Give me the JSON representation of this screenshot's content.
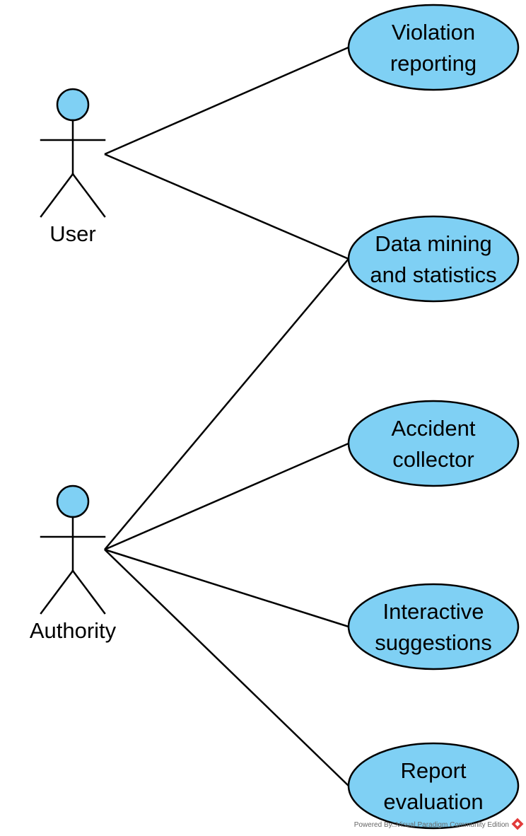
{
  "diagram": {
    "type": "use-case",
    "colors": {
      "fill": "#7fd0f4",
      "stroke": "#000000",
      "logo": "#e23a3a"
    },
    "actors": [
      {
        "id": "user",
        "label": "User"
      },
      {
        "id": "authority",
        "label": "Authority"
      }
    ],
    "use_cases": [
      {
        "id": "violation",
        "lines": [
          "Violation",
          "reporting"
        ]
      },
      {
        "id": "datamining",
        "lines": [
          "Data mining",
          "and statistics"
        ]
      },
      {
        "id": "accident",
        "lines": [
          "Accident",
          "collector"
        ]
      },
      {
        "id": "interactive",
        "lines": [
          "Interactive",
          "suggestions"
        ]
      },
      {
        "id": "report",
        "lines": [
          "Report",
          "evaluation"
        ]
      }
    ],
    "associations": [
      {
        "from": "user",
        "to": "violation"
      },
      {
        "from": "user",
        "to": "datamining"
      },
      {
        "from": "authority",
        "to": "datamining"
      },
      {
        "from": "authority",
        "to": "accident"
      },
      {
        "from": "authority",
        "to": "interactive"
      },
      {
        "from": "authority",
        "to": "report"
      }
    ]
  },
  "watermark": {
    "text": "Powered By□Visual Paradigm Community Edition",
    "logo_icon": "visual-paradigm-logo-icon"
  }
}
